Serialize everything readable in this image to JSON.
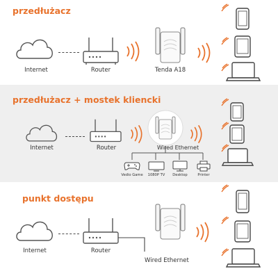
{
  "sections": [
    {
      "title": "przedłużacz",
      "labels": {
        "internet": "Internet",
        "router": "Router",
        "extender": "Tenda A18"
      }
    },
    {
      "title": "przedłużacz + mostek kliencki",
      "labels": {
        "internet": "Internet",
        "router": "Router",
        "wired": "Wired Ethernet",
        "devices": [
          "Vedio Game",
          "1080P TV",
          "Desktop",
          "Printer"
        ]
      }
    },
    {
      "title": "punkt dostępu",
      "labels": {
        "internet": "Internet",
        "router": "Router",
        "wired": "Wired Ethernet"
      }
    }
  ],
  "colors": {
    "accent": "#e8722c",
    "line": "#4a4a4a",
    "panel_gray": "#efefef"
  },
  "icons": [
    "cloud-icon",
    "router-icon",
    "extender-icon",
    "wifi-waves-icon",
    "smartphone-icon",
    "tablet-icon",
    "laptop-icon",
    "gamepad-icon",
    "tv-icon",
    "desktop-icon",
    "printer-icon"
  ]
}
